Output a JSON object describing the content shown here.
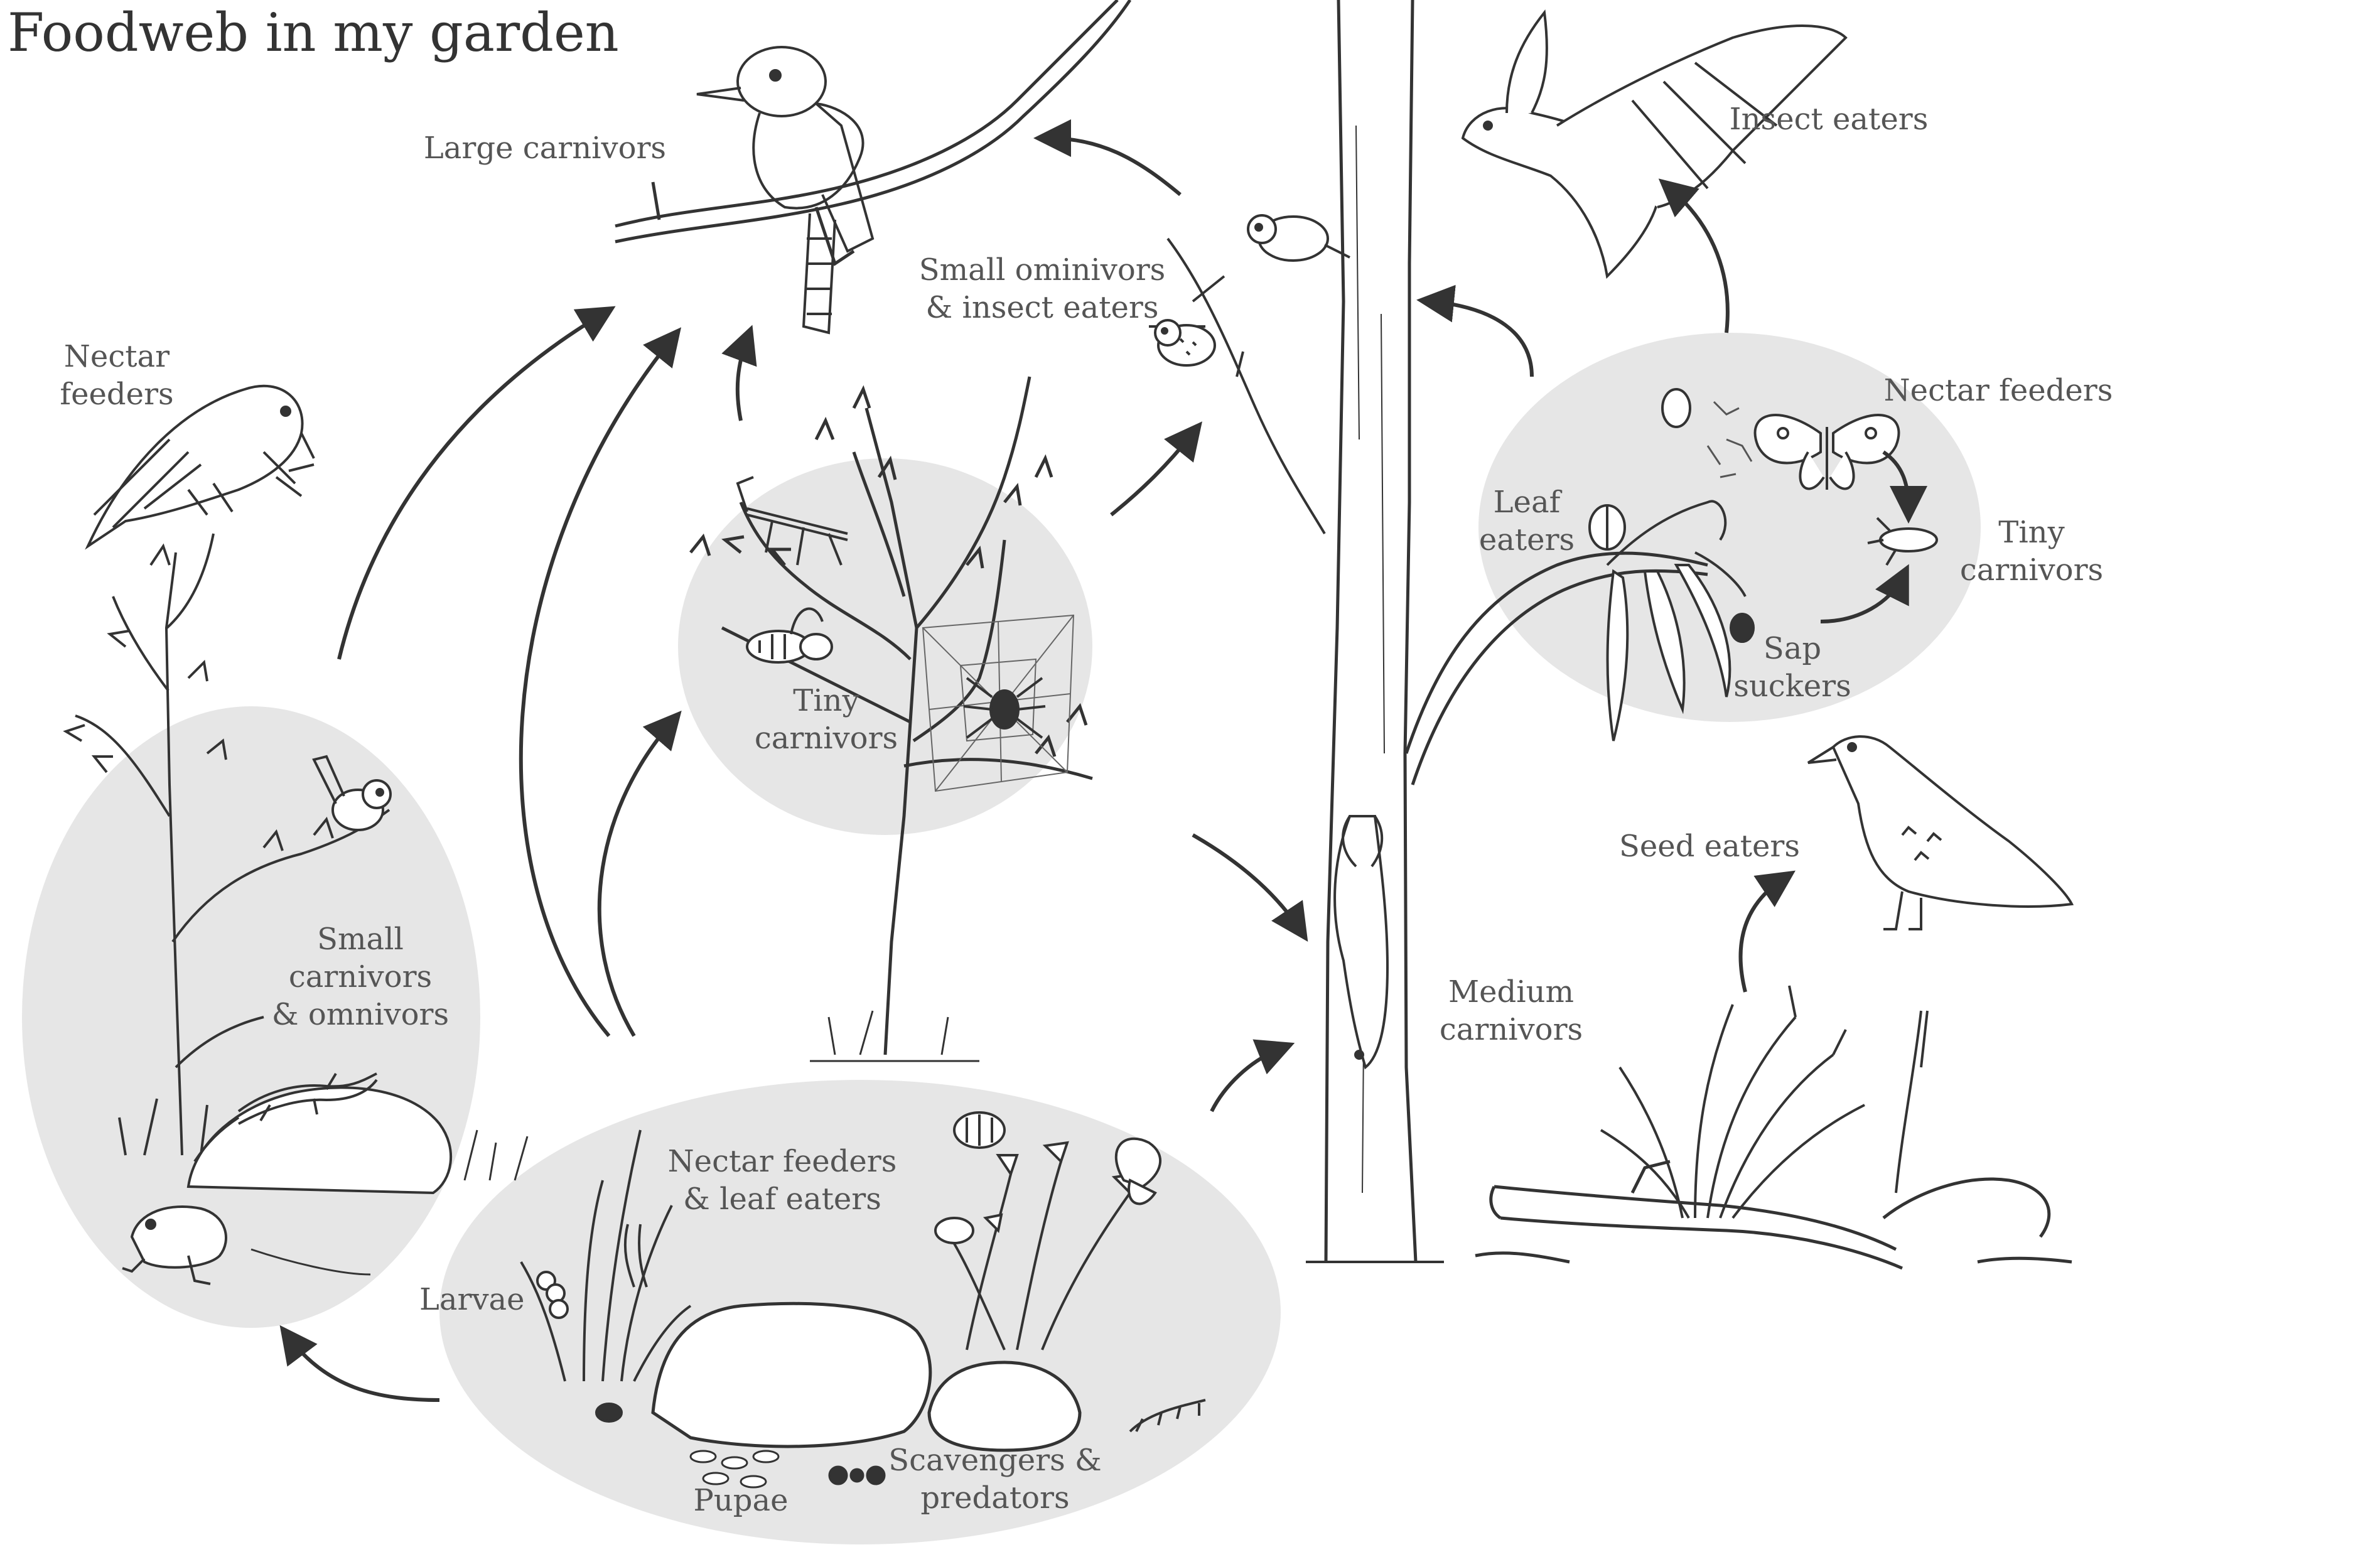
{
  "title": "Foodweb in my garden",
  "colors": {
    "group_fill": "#e6e6e6",
    "ink": "#333333",
    "label": "#555555"
  },
  "labels": {
    "large_carnivors": "Large carnivors",
    "insect_eaters": "Insect eaters",
    "nectar_feeders_bird": [
      "Nectar",
      "feeders"
    ],
    "small_omnivors": [
      "Small ominivors",
      "& insect eaters"
    ],
    "nectar_feeders_insect": "Nectar feeders",
    "leaf_eaters_tree": [
      "Leaf",
      "eaters"
    ],
    "tiny_carnivors_right": [
      "Tiny",
      "carnivors"
    ],
    "sap_suckers": [
      "Sap",
      "suckers"
    ],
    "tiny_carnivors_center": [
      "Tiny",
      "carnivors"
    ],
    "seed_eaters": "Seed eaters",
    "small_carnivors": [
      "Small",
      "carnivors",
      "& omnivors"
    ],
    "medium_carnivors": [
      "Medium",
      "carnivors"
    ],
    "nectar_leaf": [
      "Nectar feeders",
      "& leaf eaters"
    ],
    "larvae": "Larvae",
    "scavengers": [
      "Scavengers &",
      "predators"
    ],
    "pupae": "Pupae"
  },
  "icons": [
    "kookaburra-icon",
    "bat-icon",
    "honeyeater-icon",
    "small-bird-icon",
    "pardalote-icon",
    "fairy-wren-icon",
    "dove-icon",
    "possum-icon",
    "lizard-icon",
    "frog-icon",
    "spider-icon",
    "wasp-icon",
    "mantis-icon",
    "butterfly-icon",
    "beetle-icon",
    "bee-icon",
    "ant-icon",
    "caterpillar-icon",
    "centipede-icon",
    "tree-icon",
    "eucalyptus-branch-icon",
    "shrub-icon",
    "grass-tuft-icon",
    "rock-icon",
    "log-icon",
    "arrow-icon"
  ]
}
